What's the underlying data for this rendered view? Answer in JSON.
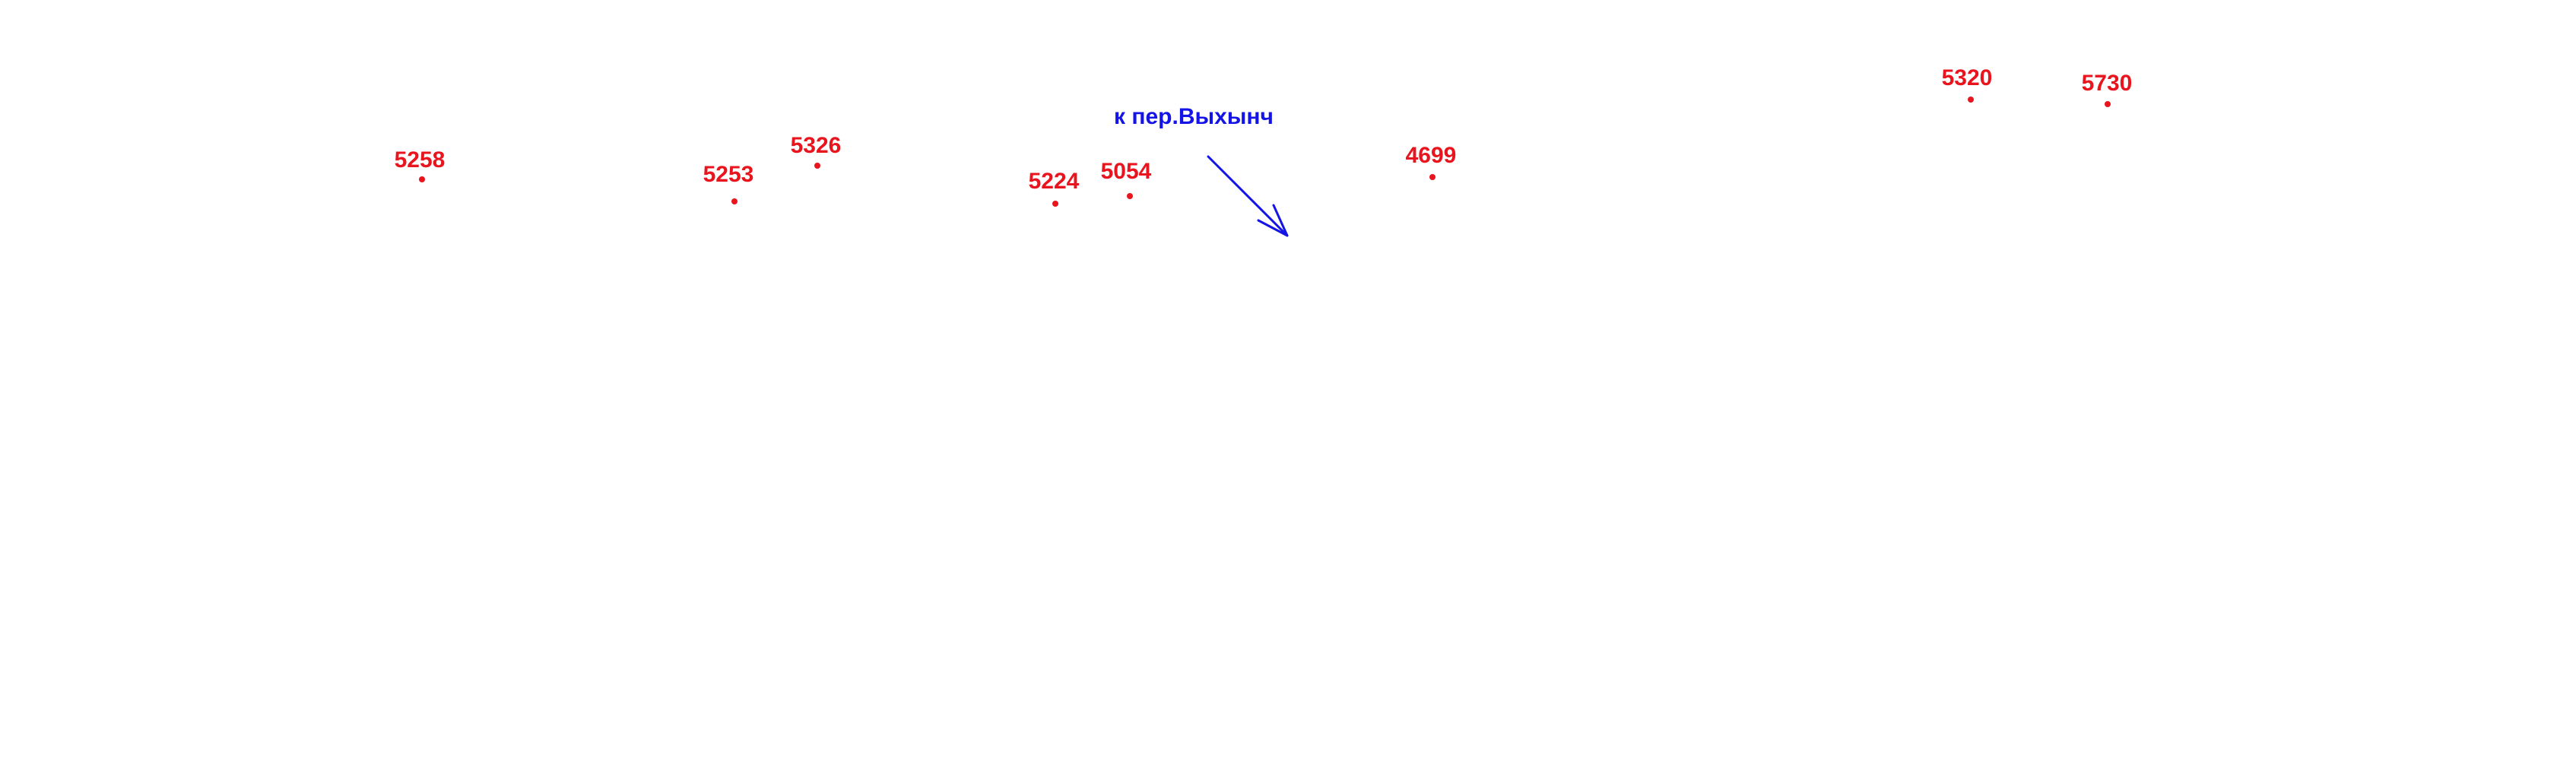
{
  "colors": {
    "peak": "#e8141e",
    "route": "#1414e6",
    "background": "#ffffff"
  },
  "direction": {
    "label": "к пер.Выхынч",
    "icon": "arrow-down-right-icon"
  },
  "peaks": [
    {
      "elevation": "5258"
    },
    {
      "elevation": "5253"
    },
    {
      "elevation": "5326"
    },
    {
      "elevation": "5224"
    },
    {
      "elevation": "5054"
    },
    {
      "elevation": "4699"
    },
    {
      "elevation": "5320"
    },
    {
      "elevation": "5730"
    }
  ]
}
